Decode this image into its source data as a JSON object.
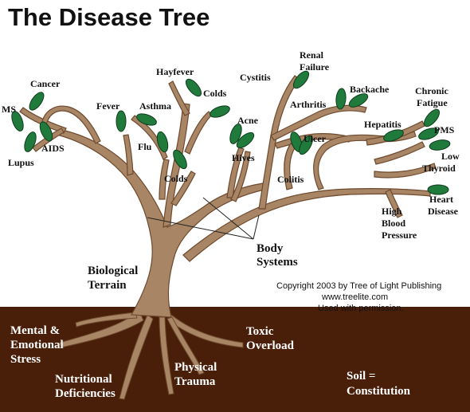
{
  "title": "The Disease Tree",
  "diseases": [
    "Cancer",
    "MS",
    "Lupus",
    "AIDS",
    "Fever",
    "Asthma",
    "Flu",
    "Colds",
    "Hayfever",
    "Colds",
    "Acne",
    "Hives",
    "Cystitis",
    "Renal",
    "Failure",
    "Arthritis",
    "Backache",
    "Colitis",
    "Ulcer",
    "Hepatitis",
    "Chronic",
    "Fatigue",
    "PMS",
    "Low",
    "Thyroid",
    "Heart",
    "Disease",
    "High",
    "Blood",
    "Pressure"
  ],
  "trunk_labels": [
    "Body",
    "Systems",
    "Biological",
    "Terrain"
  ],
  "roots": [
    "Mental &",
    "Emotional",
    "Stress",
    "Nutritional",
    "Deficiencies",
    "Physical",
    "Trauma",
    "Toxic",
    "Overload",
    "Soil =",
    "Constitution"
  ],
  "copyright": [
    "Copyright 2003 by Tree of Light Publishing",
    "www.treelite.com",
    "Used with permission."
  ],
  "colors": {
    "soil": "#4a1f0a",
    "trunk": "#a88565",
    "trunk_dark": "#6f4a2e",
    "leaf": "#1f7a3c",
    "background": "#ffffff"
  }
}
